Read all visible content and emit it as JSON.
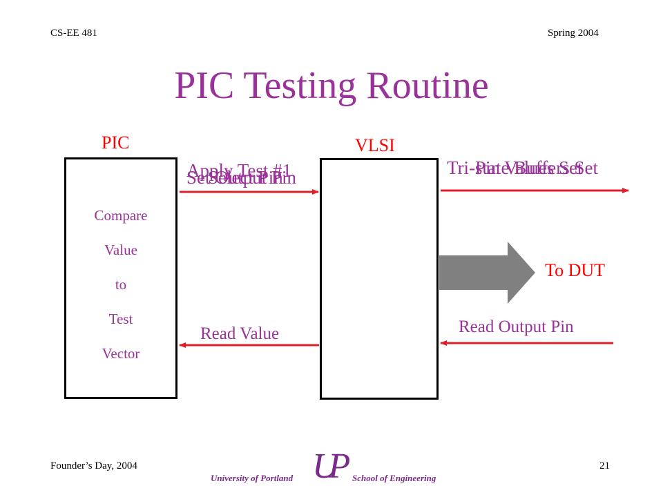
{
  "header": {
    "course": "CS-EE 481",
    "term": "Spring 2004"
  },
  "title": "PIC Testing Routine",
  "pic": {
    "label": "PIC",
    "lines": [
      "Compare",
      "Value",
      "to",
      "Test",
      "Vector"
    ]
  },
  "vlsi": {
    "label": "VLSI"
  },
  "signals": {
    "top_left_overlap": [
      "Apply Test #1",
      "Select Pin",
      "Set Output Pin"
    ],
    "top_right_overlap": [
      "Tri-state Buffers Set",
      "Pin Values Set"
    ],
    "to_dut": "To DUT",
    "read_output": "Read Output Pin",
    "read_value": "Read Value"
  },
  "footer": {
    "left": "Founder’s Day, 2004",
    "page": "21",
    "university": "University of Portland",
    "school": "School of Engineering",
    "logo": "UP"
  },
  "colors": {
    "title": "#993399",
    "label": "#ff0000",
    "arrow": "#dd1f2a",
    "dut_arrow": "#808080",
    "signal_text": "#993399"
  }
}
